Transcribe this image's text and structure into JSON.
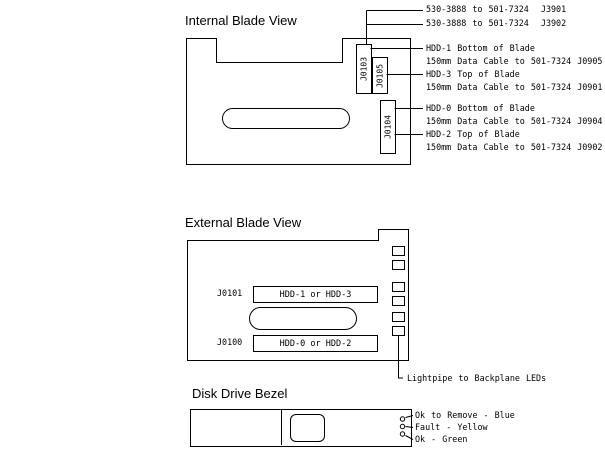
{
  "colors": {
    "line": "#000000",
    "background": "#ffffff",
    "text": "#000000"
  },
  "internal": {
    "title": "Internal Blade View",
    "connectors": {
      "top_left": "J0103",
      "top_right": "J0105",
      "bottom": "J0104"
    },
    "callouts": [
      "530-3888 to 501-7324  J3901",
      "530-3888 to 501-7324  J3902",
      "HDD-1 Bottom of Blade",
      "150mm Data Cable to 501-7324 J0905",
      "HDD-3 Top of Blade",
      "150mm Data Cable to 501-7324 J0901",
      "HDD-0 Bottom of Blade",
      "150mm Data Cable to 501-7324 J0904",
      "HDD-2 Top of Blade",
      "150mm Data Cable to 501-7324 J0902"
    ]
  },
  "external": {
    "title": "External Blade View",
    "labels": {
      "top": "J0101",
      "bottom": "J0100"
    },
    "slots": {
      "top": "HDD-1 or HDD-3",
      "bottom": "HDD-0 or HDD-2"
    },
    "lightpipe_caption": "Lightpipe to Backplane LEDs"
  },
  "bezel": {
    "title": "Disk Drive Bezel",
    "led_labels": [
      "Ok to Remove - Blue",
      "Fault - Yellow",
      "Ok - Green"
    ]
  }
}
